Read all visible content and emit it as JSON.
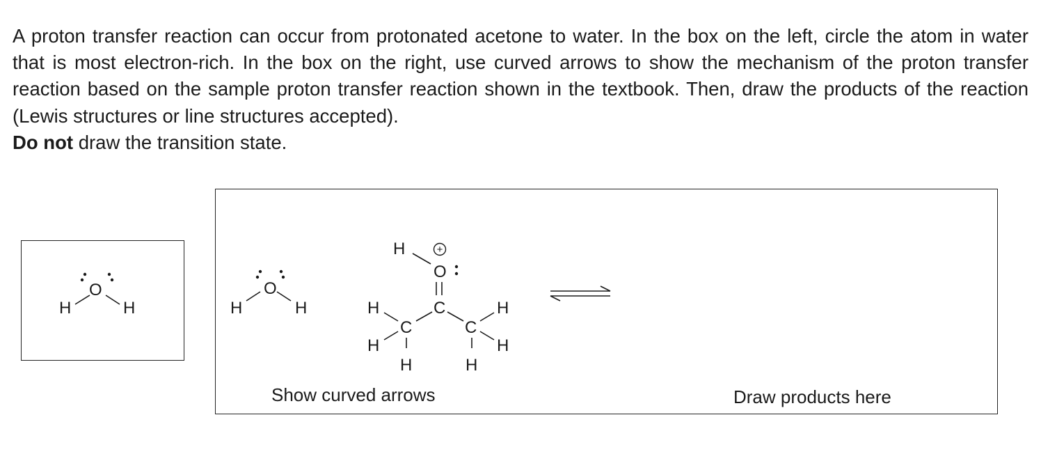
{
  "question": {
    "body": "A proton transfer reaction can occur from protonated acetone to water. In the box on the left, circle the atom in water that is most electron-rich. In the box on the right, use curved arrows to show the mechanism of the proton transfer reaction based on the sample proton transfer reaction shown in the textbook. Then, draw the products of the reaction (Lewis structures or line structures accepted).",
    "warning_bold": "Do not",
    "warning_rest": " draw the transition state."
  },
  "left_box": {
    "molecule": {
      "oxygen": "O",
      "hydrogen_left": "H",
      "hydrogen_right": "H"
    }
  },
  "right_box": {
    "water": {
      "oxygen": "O",
      "hydrogen_left": "H",
      "hydrogen_right": "H"
    },
    "acetone": {
      "oh_hydrogen": "H",
      "oxygen": "O",
      "charge": "+",
      "carbonyl_carbon": "C",
      "left_methyl_carbon": "C",
      "right_methyl_carbon": "C",
      "left_h_upper": "H",
      "left_h_lower": "H",
      "left_h_bottom": "H",
      "right_h_upper": "H",
      "right_h_lower": "H",
      "right_h_bottom": "H"
    },
    "show_arrows_label": "Show curved arrows",
    "draw_products_label": "Draw products here"
  }
}
